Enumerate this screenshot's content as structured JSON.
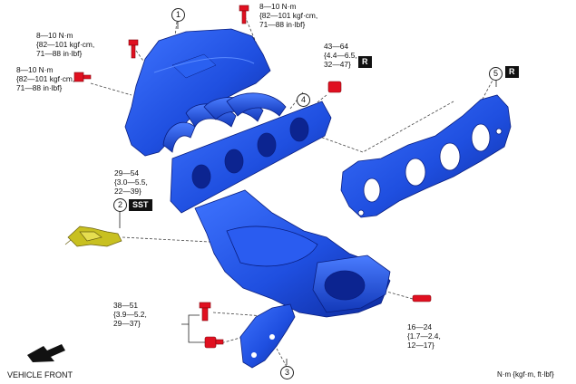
{
  "torques": {
    "t1": "8—10 N·m\n{82—101 kgf·cm,\n71—88 in·lbf}",
    "t2": "8—10 N·m\n{82—101 kgf·cm,\n71—88 in·lbf}",
    "t3": "8—10 N·m\n{82—101 kgf·cm,\n71—88 in·lbf}",
    "t4": "43—64\n{4.4—6.5,\n32—47}",
    "t5": "29—54\n{3.0—5.5,\n22—39}",
    "t6": "38—51\n{3.9—5.2,\n29—37}",
    "t7": "16—24\n{1.7—2.4,\n12—17}"
  },
  "callouts": {
    "c1": "1",
    "c2": "2",
    "c3": "3",
    "c4": "4",
    "c5": "5"
  },
  "badges": {
    "r1": "R",
    "r2": "R",
    "sst": "SST"
  },
  "footer": {
    "vehicle_front": "VEHICLE FRONT",
    "units": "N·m {kgf·m, ft·lbf}"
  },
  "colors": {
    "part_blue": "#1f4fe0",
    "fastener_red": "#e01020",
    "sensor_yellow": "#c8c020"
  },
  "icons": [
    "vehicle-front-arrow-icon",
    "bolt-icon",
    "nut-icon",
    "oxygen-sensor-icon"
  ]
}
